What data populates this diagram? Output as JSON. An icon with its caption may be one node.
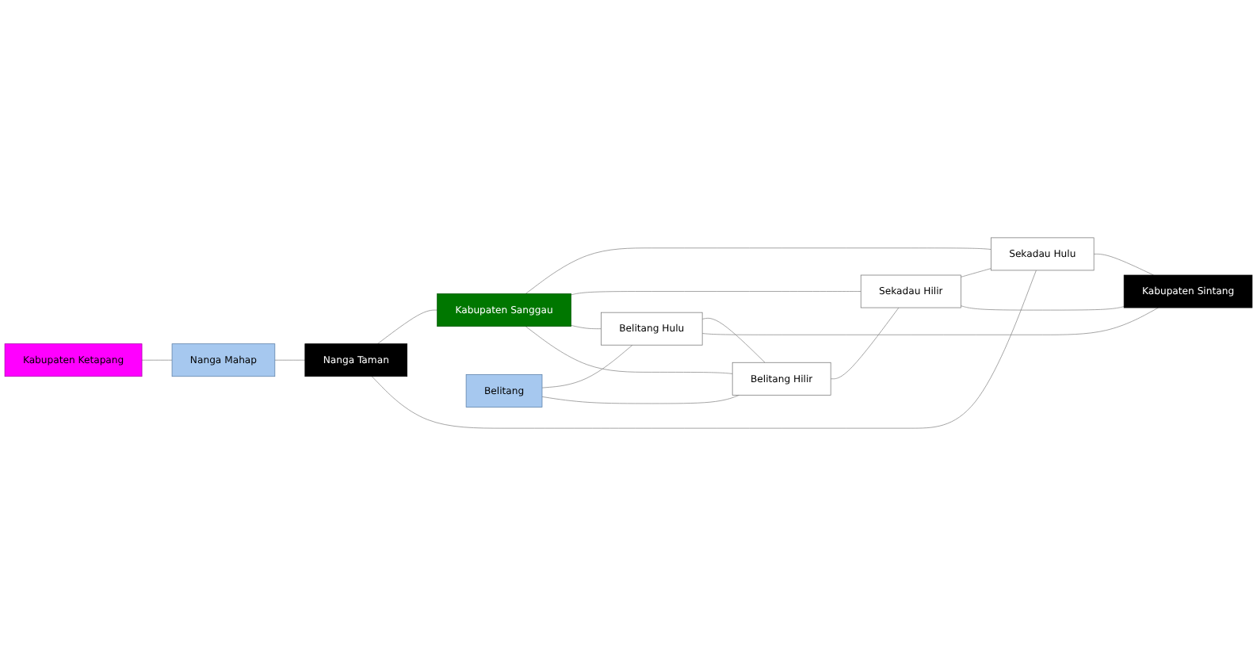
{
  "diagram": {
    "nodes": [
      {
        "text": [
          "Kabupaten Ketapang"
        ]
      },
      {
        "text": [
          "Nanga Mahap"
        ]
      },
      {
        "text": [
          "Nanga Taman"
        ]
      },
      {
        "text": [
          "Kabupaten Sanggau"
        ]
      },
      {
        "text": [
          "Belitang"
        ]
      },
      {
        "text": [
          "Belitang Hulu"
        ]
      },
      {
        "text": [
          "Belitang Hilir"
        ]
      },
      {
        "text": [
          "Sekadau Hilir"
        ]
      },
      {
        "text": [
          "Sekadau Hulu"
        ]
      },
      {
        "text": [
          "Kabupaten Sintang"
        ]
      }
    ],
    "edges": [
      {
        "from": 0,
        "to": 1,
        "arrow": "none"
      },
      {
        "from": 1,
        "to": 2,
        "arrow": "none"
      },
      {
        "from": 2,
        "to": 3,
        "arrow": "none"
      },
      {
        "from": 2,
        "to": 8,
        "arrow": "none"
      },
      {
        "from": 3,
        "to": 8,
        "arrow": "none"
      },
      {
        "from": 3,
        "to": 7,
        "arrow": "none"
      },
      {
        "from": 3,
        "to": 5,
        "arrow": "none"
      },
      {
        "from": 3,
        "to": 6,
        "arrow": "none"
      },
      {
        "from": 4,
        "to": 5,
        "arrow": "none"
      },
      {
        "from": 4,
        "to": 6,
        "arrow": "none"
      },
      {
        "from": 5,
        "to": 6,
        "arrow": "none"
      },
      {
        "from": 5,
        "to": 9,
        "arrow": "none"
      },
      {
        "from": 6,
        "to": 7,
        "arrow": "none"
      },
      {
        "from": 7,
        "to": 8,
        "arrow": "none"
      },
      {
        "from": 7,
        "to": 9,
        "arrow": "none"
      },
      {
        "from": 8,
        "to": 9,
        "arrow": "none"
      }
    ]
  }
}
